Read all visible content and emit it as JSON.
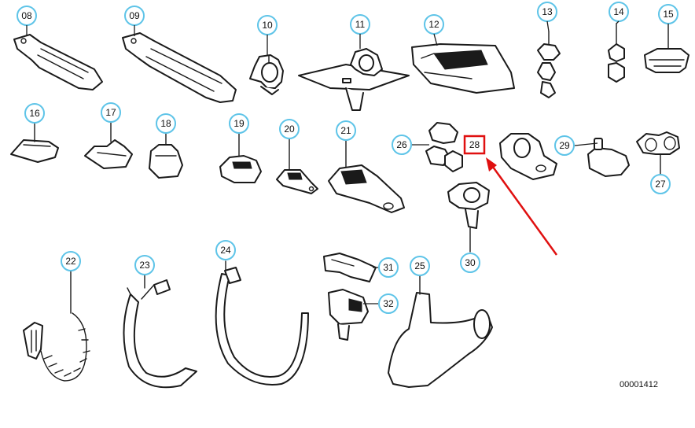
{
  "callouts": [
    {
      "id": "c08",
      "label": "08"
    },
    {
      "id": "c09",
      "label": "09"
    },
    {
      "id": "c10",
      "label": "10"
    },
    {
      "id": "c11",
      "label": "11"
    },
    {
      "id": "c12",
      "label": "12"
    },
    {
      "id": "c13",
      "label": "13"
    },
    {
      "id": "c14",
      "label": "14"
    },
    {
      "id": "c15",
      "label": "15"
    },
    {
      "id": "c16",
      "label": "16"
    },
    {
      "id": "c17",
      "label": "17"
    },
    {
      "id": "c18",
      "label": "18"
    },
    {
      "id": "c19",
      "label": "19"
    },
    {
      "id": "c20",
      "label": "20"
    },
    {
      "id": "c21",
      "label": "21"
    },
    {
      "id": "c26",
      "label": "26"
    },
    {
      "id": "c29",
      "label": "29"
    },
    {
      "id": "c27",
      "label": "27"
    },
    {
      "id": "c22",
      "label": "22"
    },
    {
      "id": "c23",
      "label": "23"
    },
    {
      "id": "c24",
      "label": "24"
    },
    {
      "id": "c31",
      "label": "31"
    },
    {
      "id": "c32",
      "label": "32"
    },
    {
      "id": "c25",
      "label": "25"
    },
    {
      "id": "c30",
      "label": "30"
    }
  ],
  "highlight": {
    "label": "28",
    "color": "#e01010"
  },
  "reference_code": "00001412",
  "colors": {
    "callout_ring": "#5ec4e8",
    "highlight": "#e01010",
    "line_art": "#1a1a1a"
  }
}
